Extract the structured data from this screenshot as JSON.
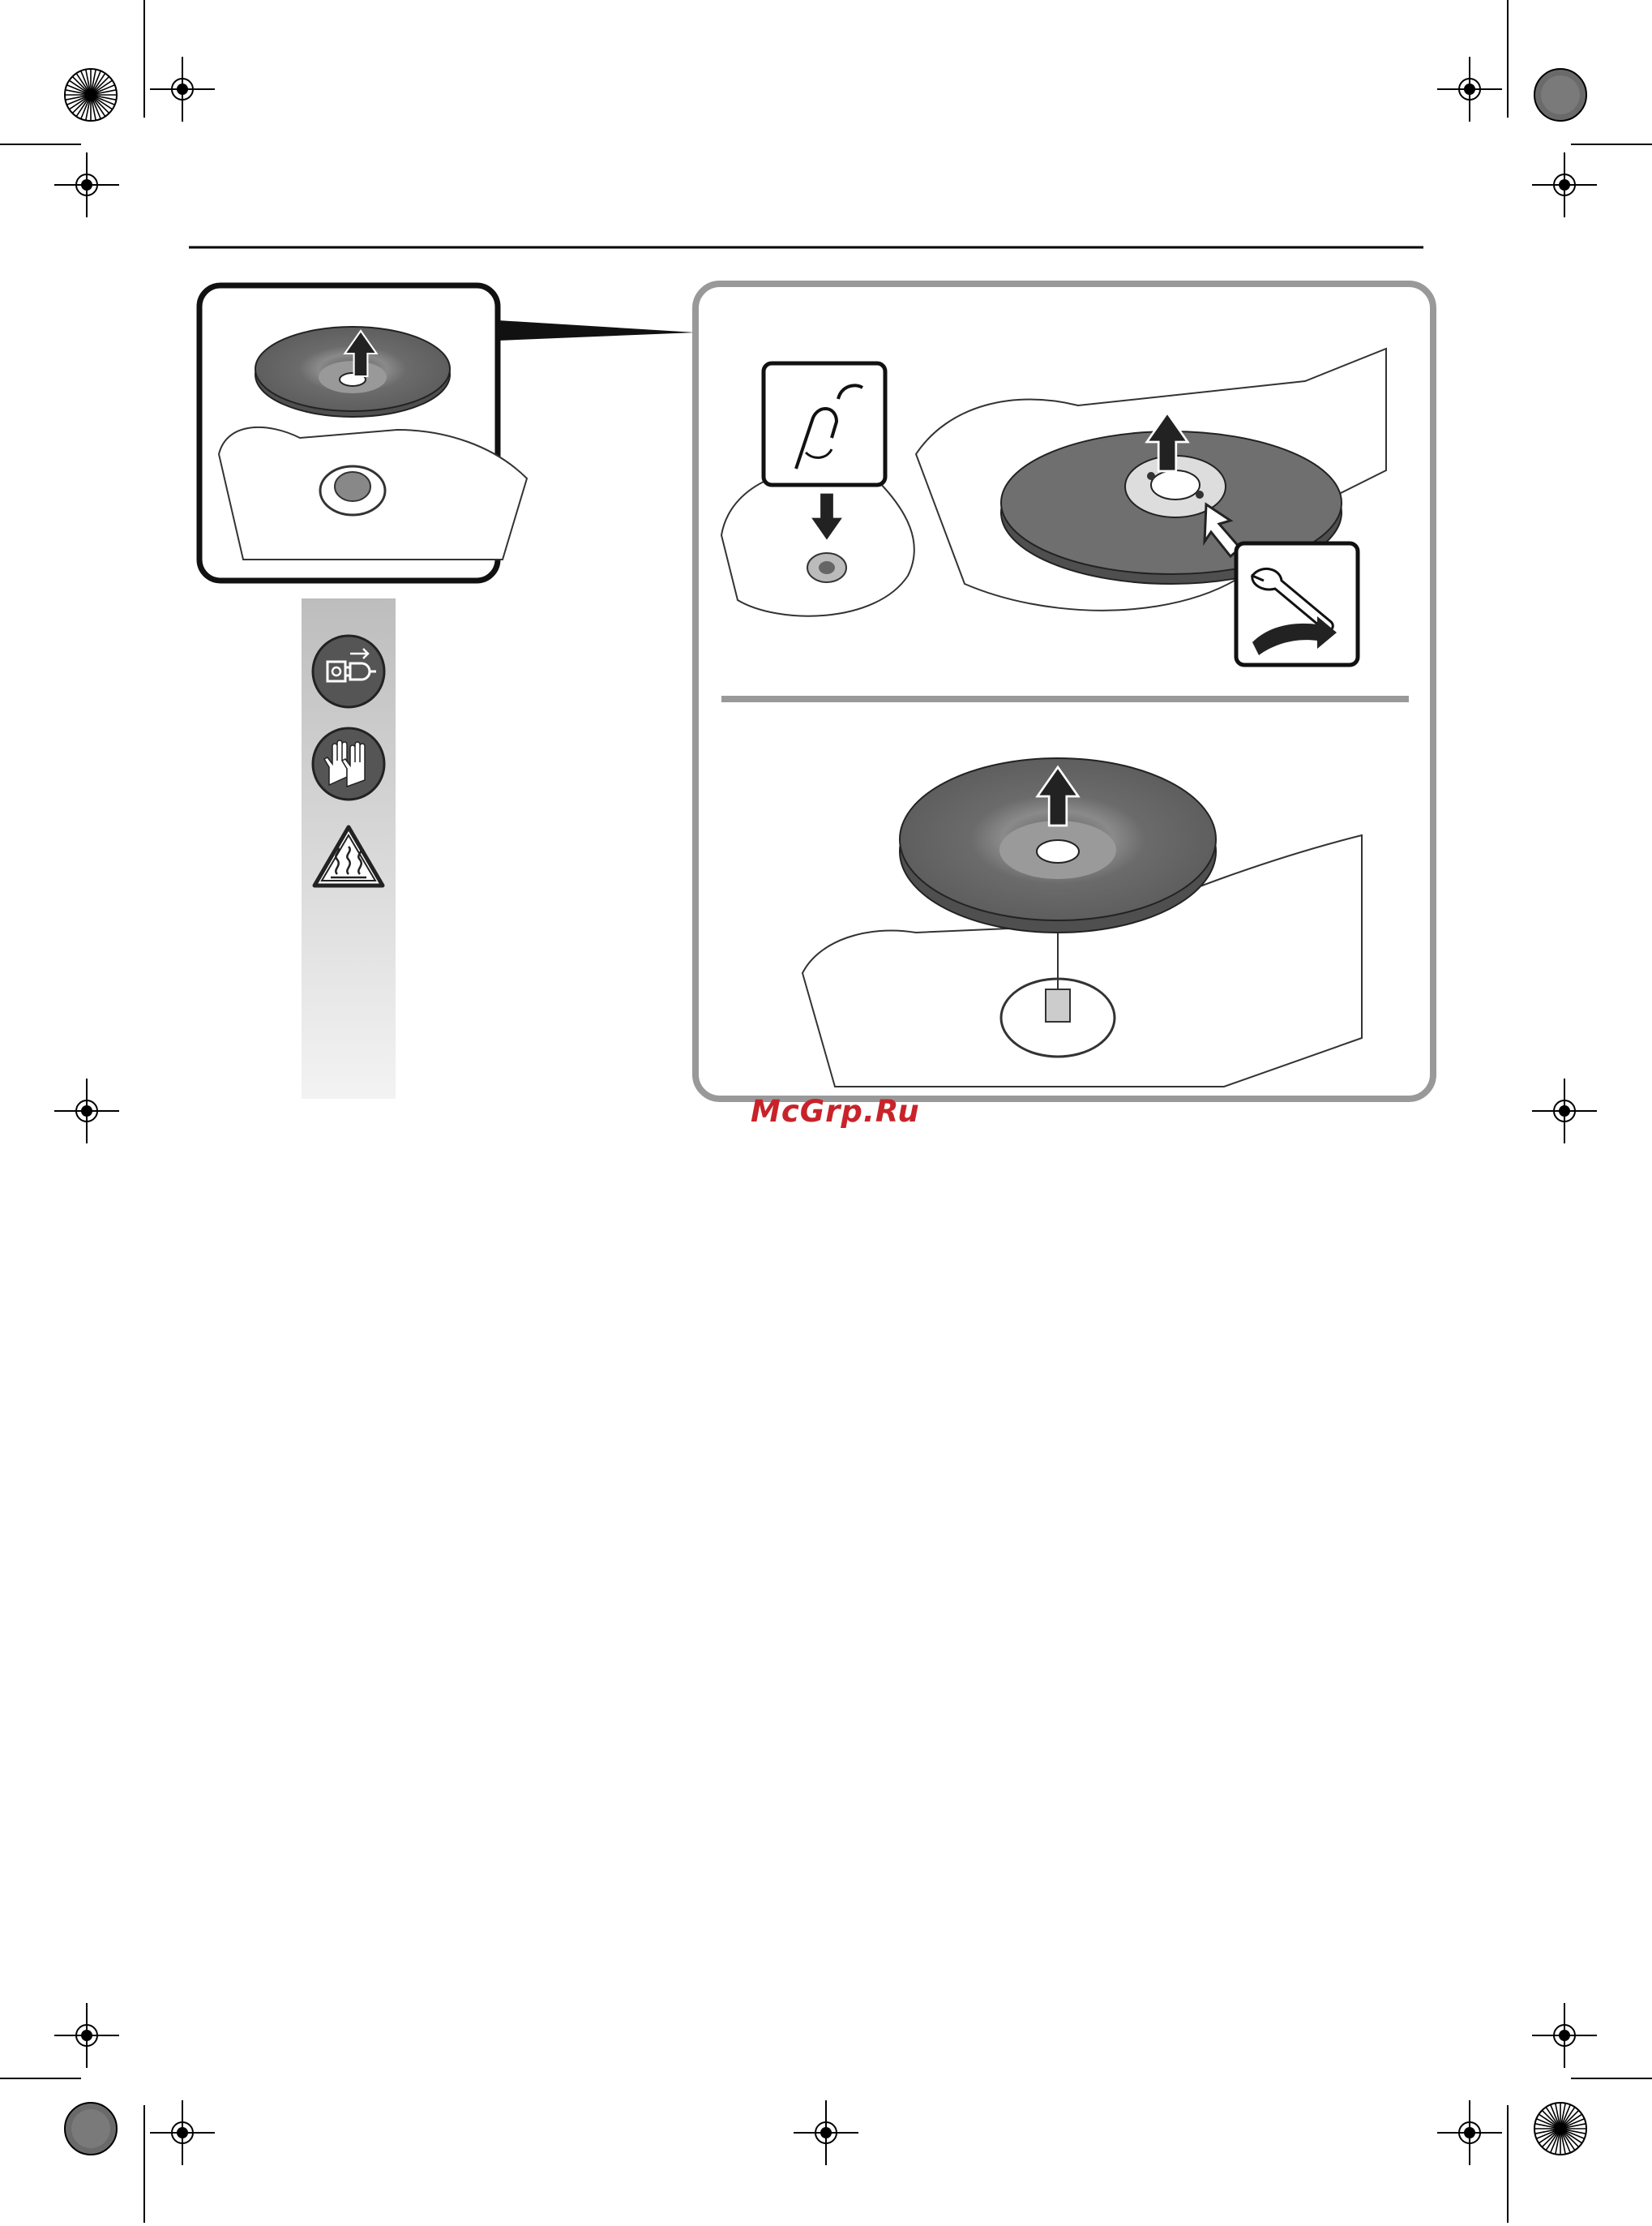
{
  "page": {
    "watermark": "McGrp.Ru",
    "sections": [
      {
        "name": "remove-disc",
        "action": "remove",
        "icons": [
          "unplug-icon",
          "gloves-icon",
          "hot-surface-warning-icon"
        ],
        "steps": [
          "press-spindle-lock-and-loosen-nut",
          "lift-disc-off-spindle"
        ]
      },
      {
        "name": "mount-disc",
        "action": "mount",
        "icons": [
          "unplug-icon",
          "gloves-icon",
          "hot-surface-warning-icon"
        ],
        "steps": [
          "place-disc-on-spindle",
          "fit-nut-press-lock-and-tighten"
        ]
      }
    ],
    "colors": {
      "disc": "#6f6f6f",
      "disc_dark": "#4a4a4a",
      "frame": "#9a9a9a",
      "icon_bg": "#555555",
      "sidebar_top": "#bdbdbd",
      "sidebar_bottom": "#f2f2f2",
      "watermark": "#c8232a"
    }
  }
}
